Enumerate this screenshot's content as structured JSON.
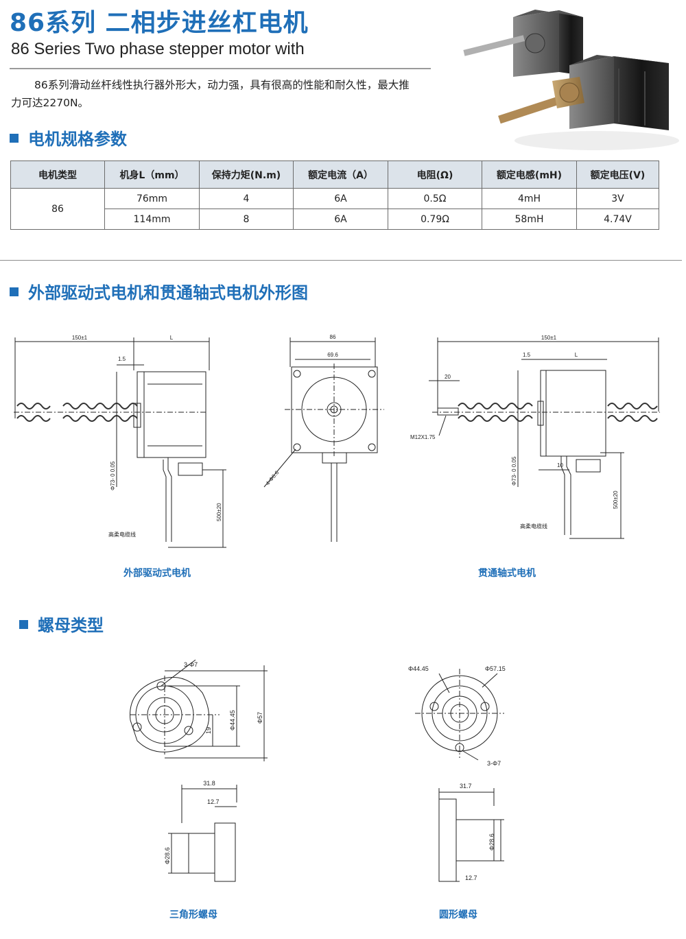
{
  "header": {
    "title_cn": "86系列 二相步进丝杠电机",
    "title_en": "86 Series Two phase stepper motor with",
    "intro": "86系列滑动丝杆线性执行器外形大，动力强，具有很高的性能和耐久性，最大推力可达2270N。"
  },
  "sections": {
    "spec": "电机规格参数",
    "outline": "外部驱动式电机和贯通轴式电机外形图",
    "nut": "螺母类型"
  },
  "spec_table": {
    "headers": [
      "电机类型",
      "机身L（mm）",
      "保持力矩(N.m)",
      "额定电流（A）",
      "电阻(Ω)",
      "额定电感(mH)",
      "额定电压(V)"
    ],
    "motor_type": "86",
    "rows": [
      [
        "76mm",
        "4",
        "6A",
        "0.5Ω",
        "4mH",
        "3V"
      ],
      [
        "114mm",
        "8",
        "6A",
        "0.79Ω",
        "58mH",
        "4.74V"
      ]
    ]
  },
  "drawings": {
    "external": {
      "caption": "外部驱动式电机",
      "dim_150": "150±1",
      "dim_L": "L",
      "dim_1_5": "1.5",
      "dim_phi73": "Φ73- 0 0.05",
      "dim_500": "500±20",
      "cable_label": "高柔电缆线"
    },
    "front": {
      "dim_86": "86",
      "dim_69_6": "69.6",
      "dim_holes": "4-Φ6.6"
    },
    "through": {
      "caption": "贯通轴式电机",
      "dim_150": "150±1",
      "dim_L": "L",
      "dim_1_5": "1.5",
      "dim_20": "20",
      "dim_thread": "M12X1.75",
      "dim_10": "10",
      "dim_phi73": "Φ73- 0 0.05",
      "dim_500": "500±20",
      "cable_label": "高柔电缆线"
    },
    "tri_nut": {
      "caption": "三角形螺母",
      "dim_holes": "3-Φ7",
      "dim_19": "19",
      "dim_44_45": "Φ44.45",
      "dim_57": "Φ57",
      "dim_31_8": "31.8",
      "dim_12_7": "12.7",
      "dim_28_6": "Φ28.6"
    },
    "round_nut": {
      "caption": "圆形螺母",
      "dim_44_45": "Φ44.45",
      "dim_57_15": "Φ57.15",
      "dim_holes": "3-Φ7",
      "dim_31_7": "31.7",
      "dim_12_7": "12.7",
      "dim_28_6": "Φ28.6"
    }
  },
  "colors": {
    "accent": "#1f6fb8",
    "table_header": "#dce3ea"
  }
}
